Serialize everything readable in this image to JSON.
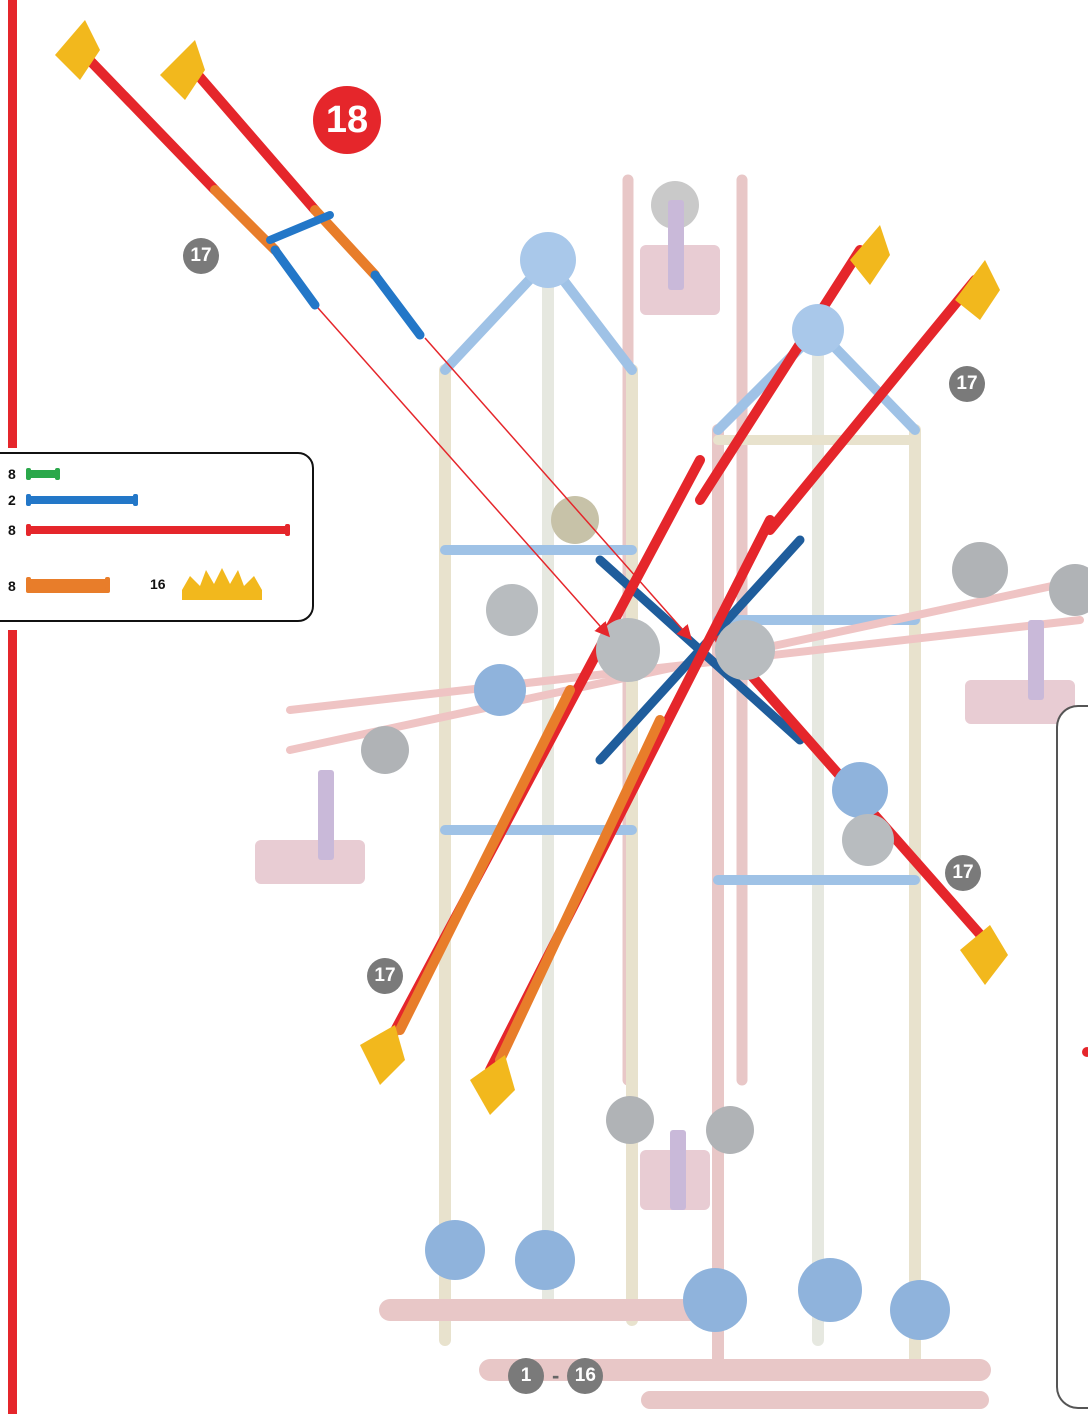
{
  "step_number": "18",
  "callouts": [
    "17",
    "17",
    "17",
    "17"
  ],
  "parts_list": [
    {
      "qty": "8",
      "part": "green-connector-rod",
      "color": "#2aa84a"
    },
    {
      "qty": "2",
      "part": "blue-rod",
      "color": "#2377c8"
    },
    {
      "qty": "8",
      "part": "red-rod",
      "color": "#e5262b"
    },
    {
      "qty": "8",
      "part": "orange-rod",
      "color": "#e87d2a"
    },
    {
      "qty": "16",
      "part": "yellow-half-gear",
      "color": "#f2b81d"
    }
  ],
  "range": {
    "from": "1",
    "separator": "-",
    "to": "16"
  },
  "colors": {
    "accent": "#e5262b",
    "callout_gray": "#7a7a7a"
  }
}
